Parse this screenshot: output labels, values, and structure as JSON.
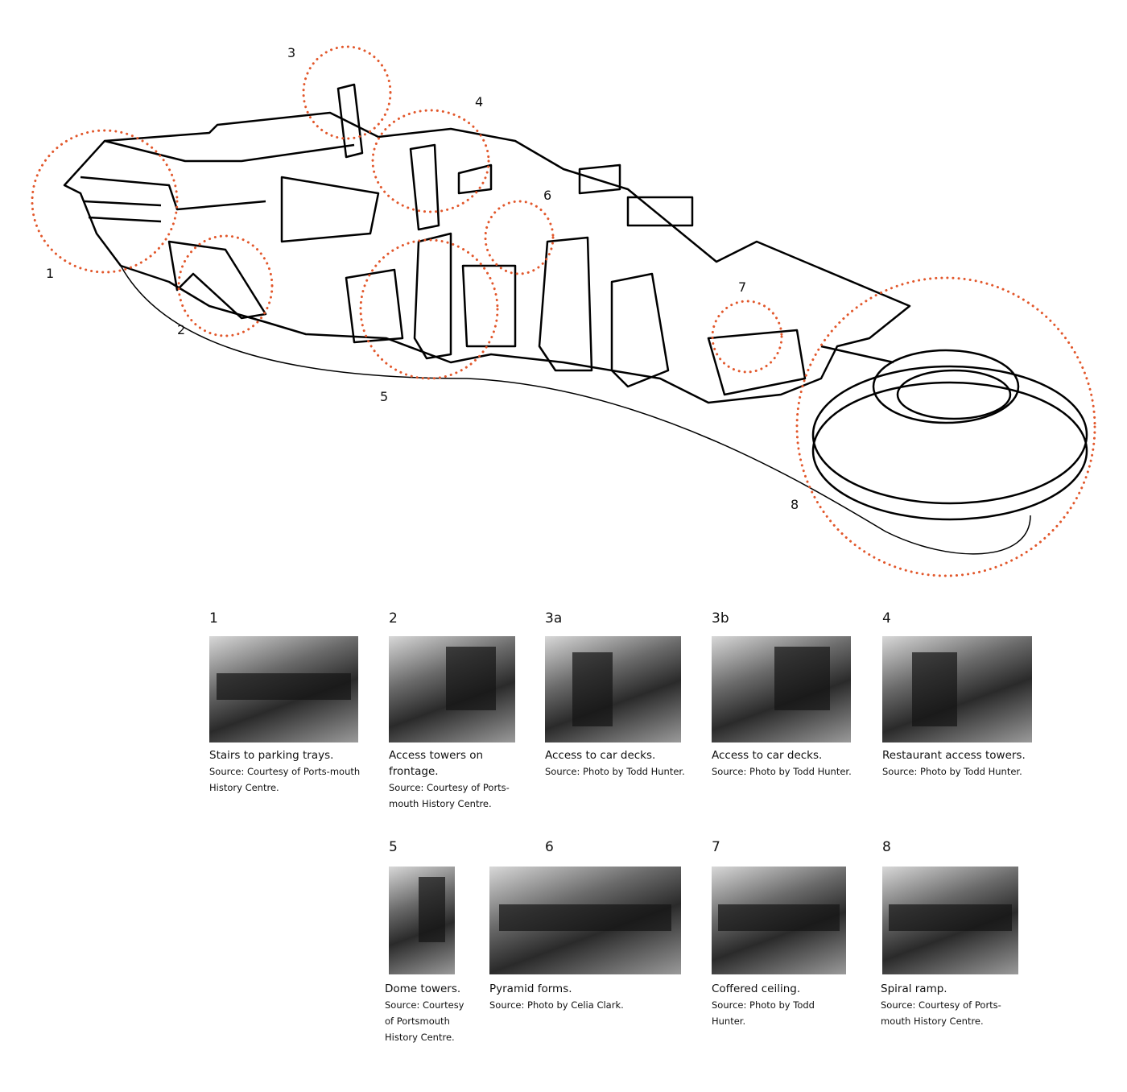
{
  "diagram": {
    "callout_color": "#e2572b",
    "callouts": [
      "1",
      "2",
      "3",
      "4",
      "5",
      "6",
      "7",
      "8"
    ]
  },
  "photos": [
    {
      "id": "1",
      "title": "Stairs to parking trays.",
      "source": "Source: Courtesy of Ports-mouth History Centre."
    },
    {
      "id": "2",
      "title": "Access towers on frontage.",
      "source": "Source: Courtesy of Ports-mouth History Centre."
    },
    {
      "id": "3a",
      "title": "Access to car decks.",
      "source": "Source: Photo by Todd Hunter."
    },
    {
      "id": "3b",
      "title": "Access to car decks.",
      "source": "Source: Photo by Todd Hunter."
    },
    {
      "id": "4",
      "title": "Restaurant access towers.",
      "source": "Source: Photo by Todd Hunter."
    },
    {
      "id": "5",
      "title": "Dome towers.",
      "source": "Source: Courtesy of Portsmouth History Centre."
    },
    {
      "id": "6",
      "title": "Pyramid forms.",
      "source": "Source: Photo by Celia Clark."
    },
    {
      "id": "7",
      "title": "Coffered ceiling.",
      "source": "Source: Photo by Todd Hunter."
    },
    {
      "id": "8",
      "title": "Spiral ramp.",
      "source": "Source: Courtesy of Ports-mouth History Centre."
    }
  ]
}
